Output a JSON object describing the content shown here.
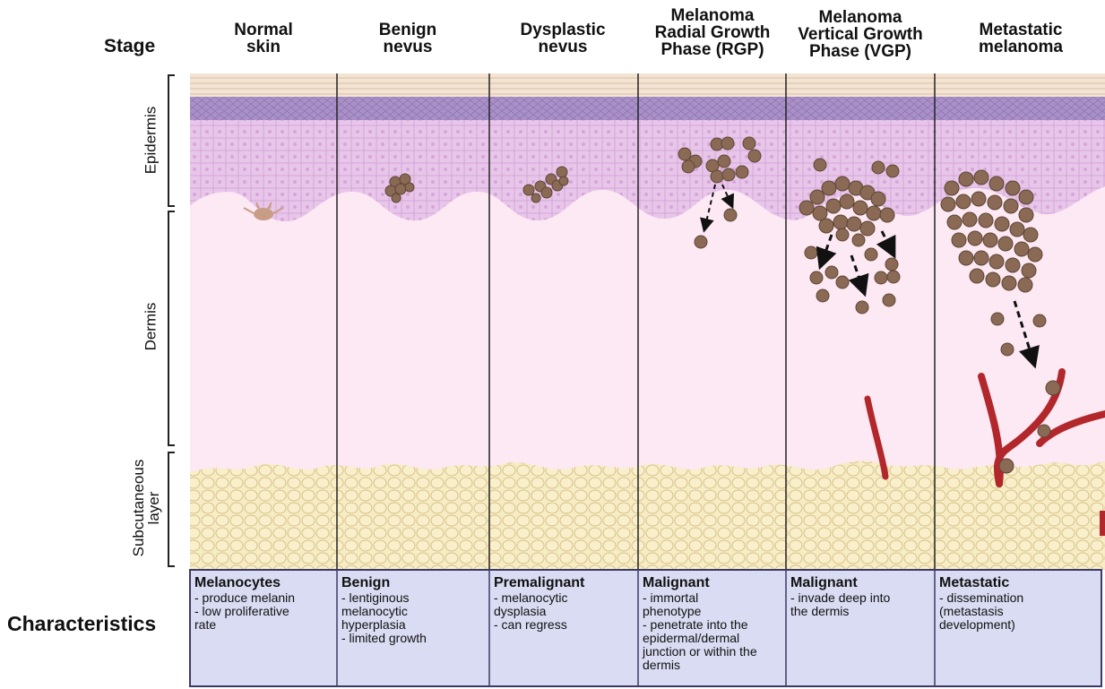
{
  "stage_label": "Stage",
  "characteristics_label": "Characteristics",
  "layers": {
    "epidermis": "Epidermis",
    "dermis": "Dermis",
    "subcutaneous": "Subcutaneous\nlayer"
  },
  "stages": [
    {
      "title": "Normal\nskin",
      "char_title": "Melanocytes",
      "char_text": "- produce melanin\n- low proliferative\nrate"
    },
    {
      "title": "Benign\nnevus",
      "char_title": "Benign",
      "char_text": "- lentiginous\nmelanocytic\nhyperplasia\n- limited growth"
    },
    {
      "title": "Dysplastic\nnevus",
      "char_title": "Premalignant",
      "char_text": "- melanocytic\ndysplasia\n- can regress"
    },
    {
      "title": "Melanoma\nRadial Growth\nPhase (RGP)",
      "char_title": "Malignant",
      "char_text": "-  immortal\nphenotype\n- penetrate into the\nepidermal/dermal\njunction or within the\ndermis"
    },
    {
      "title": "Melanoma\nVertical Growth\nPhase (VGP)",
      "char_title": "Malignant",
      "char_text": "- invade deep into\nthe dermis"
    },
    {
      "title": "Metastatic\nmelanoma",
      "char_title": "Metastatic",
      "char_text": "- dissemination\n(metastasis\ndevelopment)"
    }
  ],
  "colors": {
    "stratum_corneum": "#f3e3d3",
    "basal_band": "#a991c8",
    "epidermis": "#e8c6ea",
    "dermis": "#fce9f3",
    "fat": "#f7ecc4",
    "melanocyte": "#8a6a55",
    "vessel": "#b2272b",
    "characteristics_bg": "#d9dcf2",
    "characteristics_border": "#3c3a66"
  }
}
